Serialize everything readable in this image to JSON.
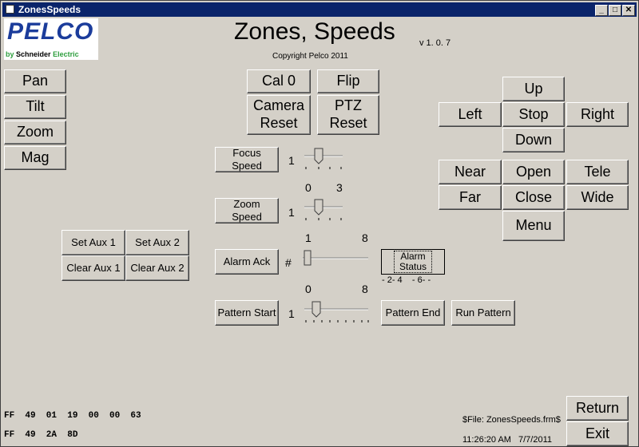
{
  "window": {
    "title": "ZonesSpeeds",
    "min": "_",
    "max": "□",
    "close": "✕"
  },
  "logo": {
    "brand": "PELCO",
    "by": "by",
    "company": "Schneider",
    "suffix": "Electric"
  },
  "header": {
    "title": "Zones, Speeds",
    "version": "v 1. 0. 7",
    "copyright": "Copyright Pelco 2011"
  },
  "left_buttons": {
    "pan": "Pan",
    "tilt": "Tilt",
    "zoom": "Zoom",
    "mag": "Mag"
  },
  "center_buttons": {
    "cal0": "Cal 0",
    "flip": "Flip",
    "camera_reset_1": "Camera",
    "camera_reset_2": "Reset",
    "ptz_reset_1": "PTZ",
    "ptz_reset_2": "Reset"
  },
  "focus": {
    "label_1": "Focus",
    "label_2": "Speed",
    "value": "1",
    "min": "0",
    "max": "3"
  },
  "zoom_speed": {
    "label_1": "Zoom",
    "label_2": "Speed",
    "value": "1",
    "min": "1",
    "max": "8"
  },
  "alarm": {
    "ack": "Alarm Ack",
    "symbol": "#",
    "status_1": "Alarm",
    "status_2": "Status",
    "status_readout": "- 2- 4    - 6- -",
    "min": "0",
    "max": "8"
  },
  "pattern": {
    "start": "Pattern Start",
    "value": "1",
    "end": "Pattern End",
    "run": "Run Pattern"
  },
  "aux": {
    "set1": "Set Aux 1",
    "set2": "Set Aux 2",
    "clear1": "Clear Aux 1",
    "clear2": "Clear Aux 2"
  },
  "dpad": {
    "up": "Up",
    "left": "Left",
    "stop": "Stop",
    "right": "Right",
    "down": "Down"
  },
  "lens": {
    "near": "Near",
    "open": "Open",
    "tele": "Tele",
    "far": "Far",
    "close": "Close",
    "wide": "Wide",
    "menu": "Menu"
  },
  "hex": {
    "line1": "FF  49  01  19  00  00  63",
    "line2": "FF  49  2A  8D"
  },
  "footer": {
    "file": "$File: ZonesSpeeds.frm$",
    "time": "11:26:20 AM",
    "date": "7/7/2011"
  },
  "bottom_buttons": {
    "return": "Return",
    "exit": "Exit"
  }
}
